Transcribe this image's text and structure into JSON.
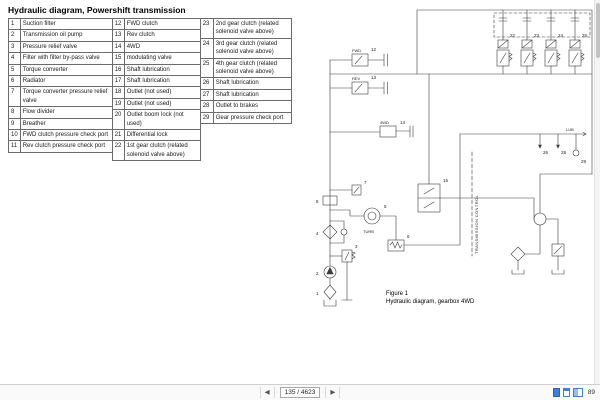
{
  "document": {
    "title": "Hydraulic diagram, Powershift transmission",
    "figure": {
      "label": "Figure 1",
      "caption": "Hydraulic diagram, gearbox 4WD"
    }
  },
  "parts_table": {
    "columns": [
      [
        {
          "num": "1",
          "desc": "Suction filter"
        },
        {
          "num": "2",
          "desc": "Transmission oil pump"
        },
        {
          "num": "3",
          "desc": "Pressure relief valve"
        },
        {
          "num": "4",
          "desc": "Filter with filter by-pass valve"
        },
        {
          "num": "5",
          "desc": "Torque converter"
        },
        {
          "num": "6",
          "desc": "Radiator"
        },
        {
          "num": "7",
          "desc": "Torque converter pressure relief valve"
        },
        {
          "num": "8",
          "desc": "Flow divider"
        },
        {
          "num": "9",
          "desc": "Breather"
        },
        {
          "num": "10",
          "desc": "FWD clutch pressure check port"
        },
        {
          "num": "11",
          "desc": "Rev clutch pressure check port"
        }
      ],
      [
        {
          "num": "12",
          "desc": "FWD clutch"
        },
        {
          "num": "13",
          "desc": "Rev clutch"
        },
        {
          "num": "14",
          "desc": "4WD"
        },
        {
          "num": "15",
          "desc": "modulating valve"
        },
        {
          "num": "16",
          "desc": "Shaft lubrication"
        },
        {
          "num": "17",
          "desc": "Shaft lubrication"
        },
        {
          "num": "18",
          "desc": "Outlet (not used)"
        },
        {
          "num": "19",
          "desc": "Outlet (not used)"
        },
        {
          "num": "20",
          "desc": "Outlet boom lock (not used)"
        },
        {
          "num": "21",
          "desc": "Differential lock"
        },
        {
          "num": "22",
          "desc": "1st gear clutch (related solenoid valve above)"
        }
      ],
      [
        {
          "num": "23",
          "desc": "2nd gear clutch (related solenoid valve above)"
        },
        {
          "num": "24",
          "desc": "3rd gear clutch (related solenoid valve above)"
        },
        {
          "num": "25",
          "desc": "4th gear clutch (related solenoid valve above)"
        },
        {
          "num": "26",
          "desc": "Shaft lubrication"
        },
        {
          "num": "27",
          "desc": "Shaft lubrication"
        },
        {
          "num": "28",
          "desc": "Outlet to brakes"
        },
        {
          "num": "29",
          "desc": "Gear pressure check port"
        }
      ]
    ]
  },
  "diagram": {
    "labels": {
      "boundary": "TRANSMISSION CONTROL",
      "fwd": "FWD",
      "rev": "REV",
      "turb": "TURB",
      "awd": "4WD",
      "lub": "LUB"
    },
    "callouts": [
      "1",
      "2",
      "3",
      "4",
      "5",
      "6",
      "7",
      "8",
      "12",
      "13",
      "14",
      "15",
      "22",
      "23",
      "24",
      "25",
      "26",
      "28",
      "29"
    ]
  },
  "toolbar": {
    "prev_icon": "◀",
    "next_icon": "▶",
    "page_field": "135 / 4623",
    "zoom_value": "89"
  }
}
